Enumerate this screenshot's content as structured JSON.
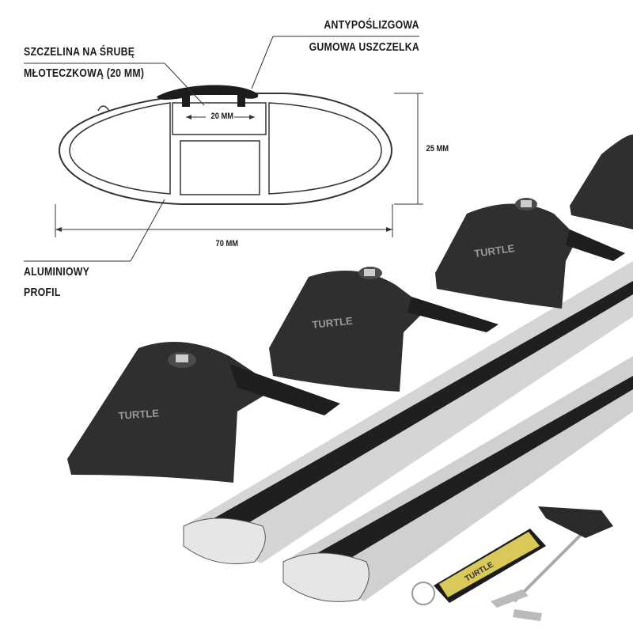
{
  "labels": {
    "slot_line1": "SZCZELINA NA ŚRUBĘ",
    "slot_line2": "MŁOTECZKOWĄ (20 MM)",
    "rubber_line1": "ANTYPOŚLIZGOWA",
    "rubber_line2": "GUMOWA USZCZELKA",
    "profile_line1": "ALUMINIOWY",
    "profile_line2": "PROFIL"
  },
  "dimensions": {
    "slot_width": "20 MM",
    "height": "25 MM",
    "width": "70 MM"
  },
  "brand": {
    "logo_text": "TURTLE"
  },
  "colors": {
    "foot": "#2e2f31",
    "bar": "#c9cacb",
    "rubber": "#1c1c1c",
    "tag": "#d9c95a"
  }
}
